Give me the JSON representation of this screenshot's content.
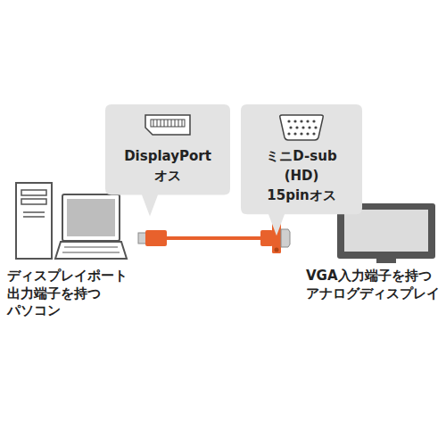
{
  "diagram": {
    "nodes": [
      {
        "text": [
          "DisplayPort オス"
        ]
      },
      {
        "text": [
          "ミニD-sub (HD) 15pinオス"
        ]
      }
    ],
    "labels": [
      "ディスプレイポート 出力端子を持つ パソコン",
      "VGA入力端子を持つ アナログディスプレイ"
    ]
  }
}
